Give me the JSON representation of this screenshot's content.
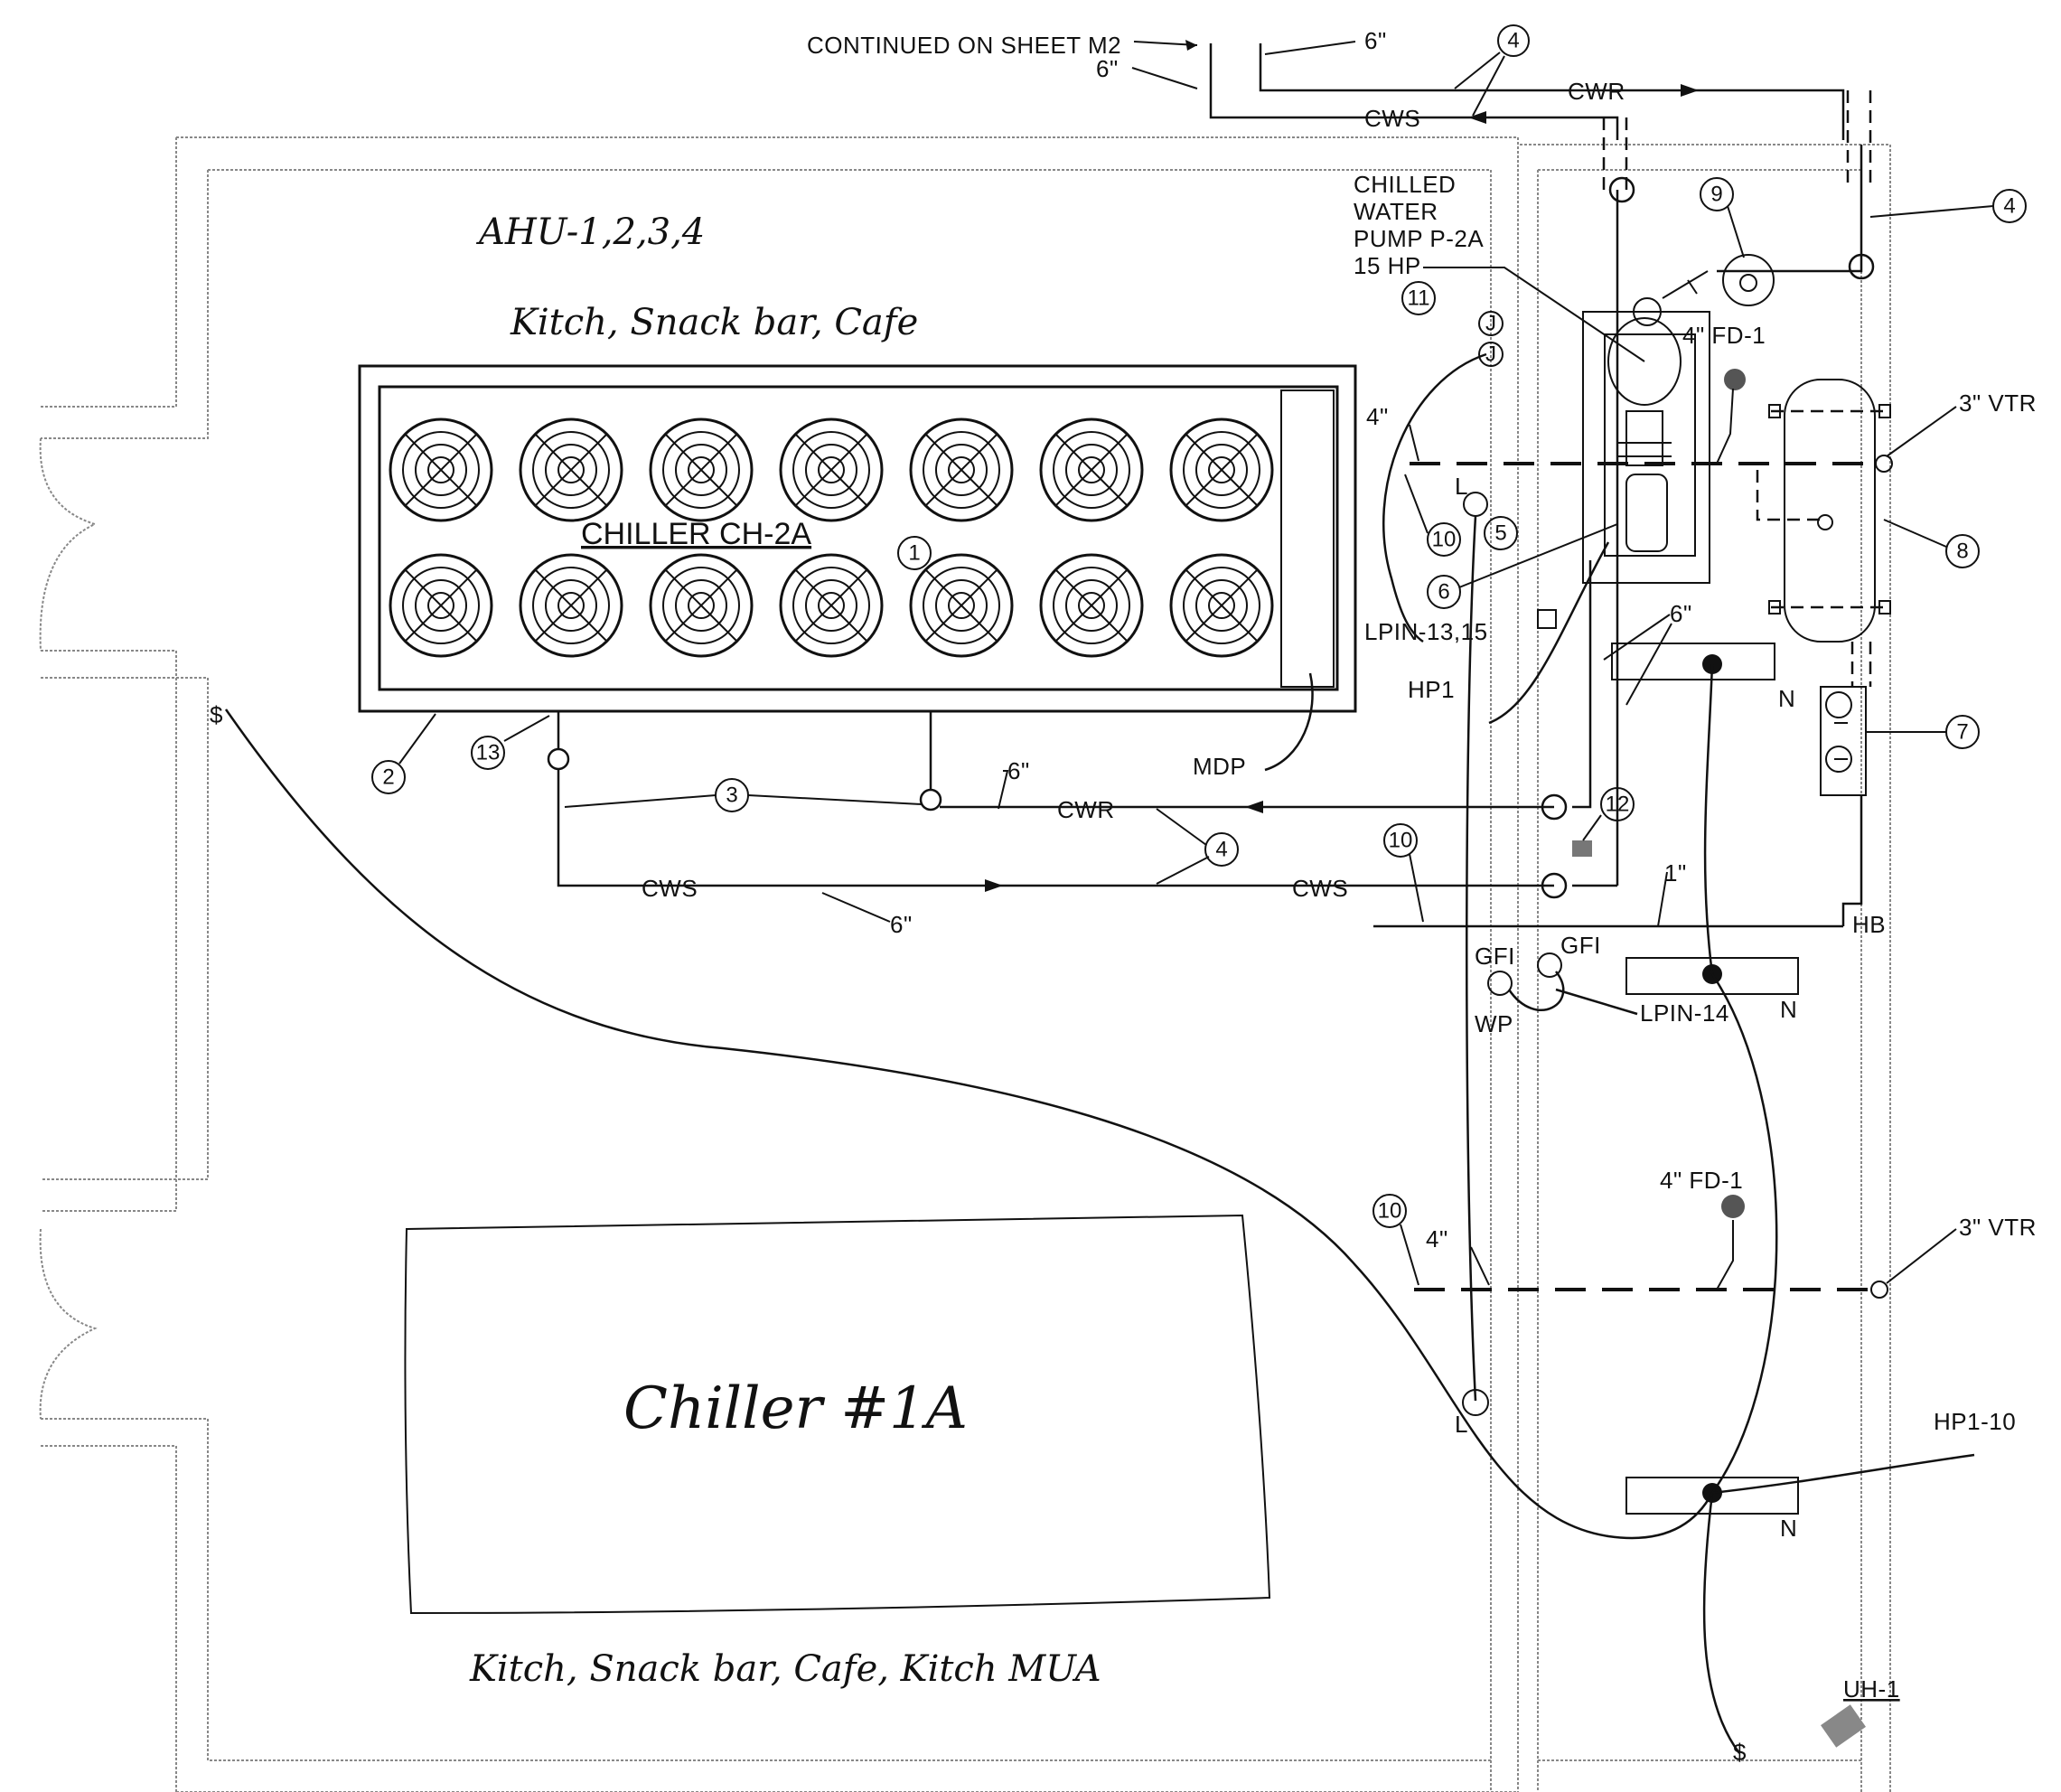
{
  "header": {
    "continued": "CONTINUED ON SHEET M2",
    "pipe_6a": "6\"",
    "pipe_6b": "6\"",
    "cwr": "CWR",
    "cws": "CWS"
  },
  "chiller_2a": {
    "label": "CHILLER CH-2A",
    "fan_count": 14
  },
  "pump": {
    "line1": "CHILLED",
    "line2": "WATER",
    "line3": "PUMP P-2A",
    "line4": "15 HP"
  },
  "labels": {
    "fd1_top": "4\" FD-1",
    "vtr_top": "3\" VTR",
    "pipe_4_top": "4\"",
    "l_top": "L",
    "lpin_13_15": "LPIN-13,15",
    "hp1": "HP1",
    "mdp": "MDP",
    "pipe_6_right": "6\"",
    "n_1": "N",
    "cwr_low": "CWR",
    "cws_low_left": "CWS",
    "cws_low_right": "CWS",
    "pipe_6_low": "6\"",
    "pipe_6_cwr": "6\"",
    "pipe_1": "1\"",
    "hb": "HB",
    "gfi_1": "GFI",
    "gfi_2": "GFI",
    "wp": "WP",
    "lpin_14": "LPIN-14",
    "n_2": "N",
    "fd1_low": "4\" FD-1",
    "pipe_4_low": "4\"",
    "vtr_low": "3\" VTR",
    "l_low": "L",
    "hp1_10": "HP1-10",
    "n_3": "N",
    "uh1": "UH-1",
    "dollar_top": "$",
    "dollar_bottom": "$"
  },
  "callouts": [
    "1",
    "2",
    "3",
    "4",
    "4",
    "4",
    "5",
    "6",
    "7",
    "8",
    "9",
    "10",
    "10",
    "10",
    "11",
    "12",
    "13"
  ],
  "handwriting": {
    "top_line1": "AHU-1,2,3,4",
    "top_line2": "Kitch, Snack bar, Cafe",
    "chiller_1a": "Chiller #1A",
    "bottom": "Kitch, Snack bar, Cafe, Kitch MUA"
  }
}
